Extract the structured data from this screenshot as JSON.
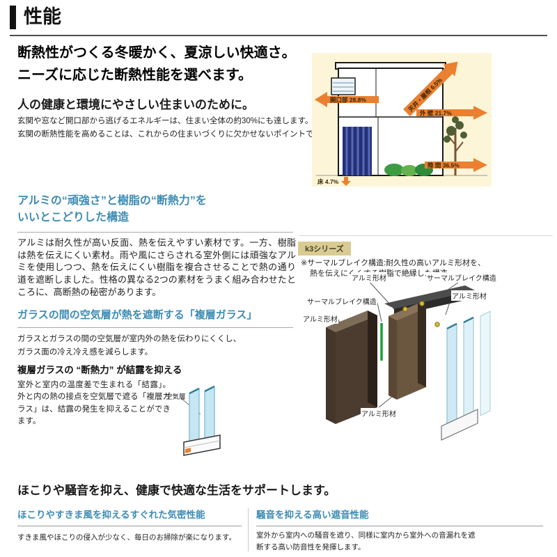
{
  "page_title": "性能",
  "intro": {
    "lead_line1": "断熱性がつくる冬暖かく、夏涼しい快適さ。",
    "lead_line2": "ニーズに応じた断熱性能を選べます。",
    "heading": "人の健康と環境にやさしい住まいのために。",
    "body_line1": "玄関や窓など開口部から逃げるエネルギーは、住まい全体の約30%にも達します。",
    "body_line2": "玄関の断熱性能を高めることは、これからの住まいづくりに欠かせないポイントです。"
  },
  "heat_loss_diagram": {
    "ceiling_roof": "天井・屋根 6.5%",
    "opening": "開口部 28.8%",
    "outer_wall": "外 壁 21.7%",
    "gap": "隙 間 36.5%",
    "floor": "床 4.7%"
  },
  "alumi_section": {
    "heading_line1": "アルミの“頑強さ”と樹脂の“断熱力”を",
    "heading_line2": "いいとこどりした構造",
    "body": "アルミは耐久性が高い反面、熱を伝えやすい素材です。一方、樹脂は熱を伝えにくい素材。雨や風にさらされる室外側には頑強なアルミを使用しつつ、熱を伝えにくい樹脂を複合させることで熱の通り道を遮断しました。性格の異なる2つの素材をうまく組み合わせたところに、高断熱の秘密があります。",
    "series_tag": "k3シリーズ",
    "note_line1": "※サーマルブレイク構造:耐久性の高いアルミ形材を、",
    "note_line2": "熱を伝えにくくする樹脂で絶縁した構造。",
    "label_alumi_top": "アルミ形材",
    "label_thermal_top": "サーマルブレイク構造",
    "label_alumi_right": "アルミ形材",
    "label_thermal_left": "サーマルブレイク構造",
    "label_alumi_left": "アルミ形材",
    "label_alumi_bottom": "アルミ形材"
  },
  "glass_section": {
    "heading": "ガラスの間の空気層が熱を遮断する「複層ガラス」",
    "body_line1": "ガラスとガラスの間の空気層が室内外の熱を伝わりにくくし、",
    "body_line2": "ガラス面の冷え冷え感を減らします。",
    "sub_heading": "複層ガラスの “断熱力” が結露を抑える",
    "sub_body": "室外と室内の温度差で生まれる「結露」。外と内の熱の接点を空気層で遮る「複層ガラス」は、結露の発生を抑えることができます。",
    "air_layer_label": "空気層"
  },
  "support_section": {
    "heading": "ほこりや騒音を抑え、健康で快適な生活をサポートします。",
    "left_title": "ほこりやすきま風を抑えるすぐれた気密性能",
    "left_body": "すきま風やほこりの侵入が少なく、毎日のお掃除が楽になります。",
    "right_title": "騒音を抑える高い遮音性能",
    "right_body": "室外から室内への騒音を遮り、同様に室内から室外への音漏れを遮断する高い防音性を発揮します。"
  },
  "colors": {
    "accent_blue": "#3d8cb4",
    "arrow_orange": "#ea8030",
    "diagram_background": "#fdf5d7"
  }
}
